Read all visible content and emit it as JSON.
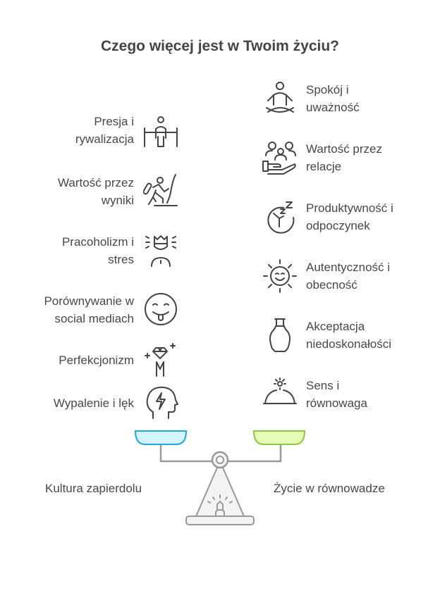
{
  "title": "Czego więcej jest w Twoim życiu?",
  "left_items": [
    {
      "line1": "Presja i",
      "line2": "rywalizacja",
      "icon": "person-at-finish-line-icon"
    },
    {
      "line1": "Wartość przez",
      "line2": "wyniki",
      "icon": "climber-icon"
    },
    {
      "line1": "Pracoholizm i",
      "line2": "stres",
      "icon": "stressed-crown-head-icon"
    },
    {
      "line1": "Porównywanie w",
      "line2": "social mediach",
      "icon": "tongue-face-icon"
    },
    {
      "line1": "Perfekcjonizm",
      "line2": "",
      "icon": "diamond-icon"
    },
    {
      "line1": "Wypalenie i lęk",
      "line2": "",
      "icon": "head-lightning-icon"
    }
  ],
  "right_items": [
    {
      "line1": "Spokój i",
      "line2": "uważność",
      "icon": "meditation-icon"
    },
    {
      "line1": "Wartość przez",
      "line2": "relacje",
      "icon": "people-in-hand-icon"
    },
    {
      "line1": "Produktywność i",
      "line2": "odpoczynek",
      "icon": "clock-sleep-icon"
    },
    {
      "line1": "Autentyczność i",
      "line2": "obecność",
      "icon": "sun-smile-icon"
    },
    {
      "line1": "Akceptacja",
      "line2": "niedoskonałości",
      "icon": "vase-icon"
    },
    {
      "line1": "Sens i",
      "line2": "równowaga",
      "icon": "cloche-icon"
    }
  ],
  "scale": {
    "left_label": "Kultura zapierdolu",
    "right_label": "Życie w równowadze",
    "left_color": "#1ea9d9",
    "right_color": "#8ec63f"
  }
}
